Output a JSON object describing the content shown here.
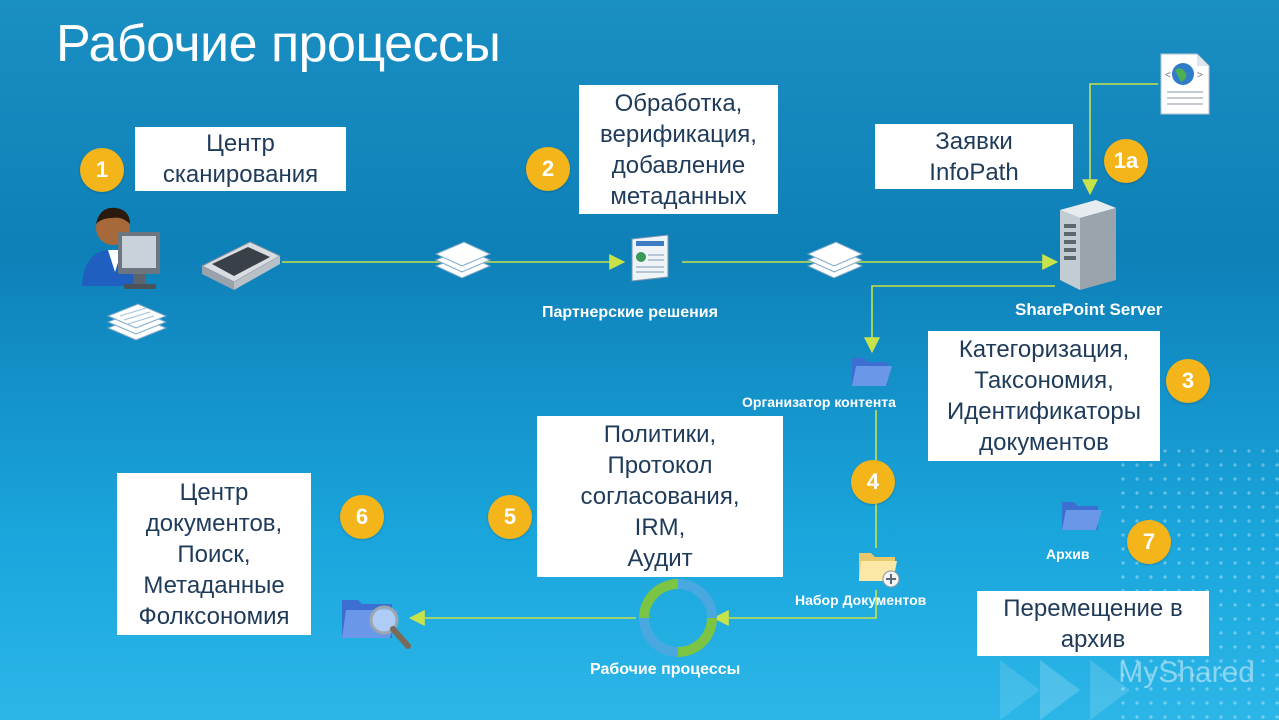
{
  "title": "Рабочие процессы",
  "boxes": {
    "scan_center": [
      "Центр",
      "сканирования"
    ],
    "processing": [
      "Обработка,",
      "верификация,",
      "добавление",
      "метаданных"
    ],
    "infopath": [
      "Заявки",
      "InfoPath"
    ],
    "categorization": [
      "Категоризация,",
      "Таксономия,",
      "Идентификаторы",
      "документов"
    ],
    "policies": [
      "Политики,",
      "Протокол",
      "согласования,",
      "IRM,",
      "Аудит"
    ],
    "doc_center": [
      "Центр",
      "документов,",
      "Поиск,",
      "Метаданные",
      "Фолксономия"
    ],
    "archive_move": [
      "Перемещение в",
      "архив"
    ]
  },
  "badges": {
    "b1": "1",
    "b2": "2",
    "b1a": "1a",
    "b3": "3",
    "b4": "4",
    "b5": "5",
    "b6": "6",
    "b7": "7"
  },
  "labels": {
    "partner": "Партнерские решения",
    "sharepoint": "SharePoint Server",
    "organizer": "Организатор контента",
    "docset": "Набор Документов",
    "archive": "Архив",
    "workflows": "Рабочие процессы"
  },
  "watermark": "MyShared",
  "colors": {
    "badge": "#f3b51a",
    "line": "#c8e24a",
    "box_text": "#1f3b5a"
  }
}
